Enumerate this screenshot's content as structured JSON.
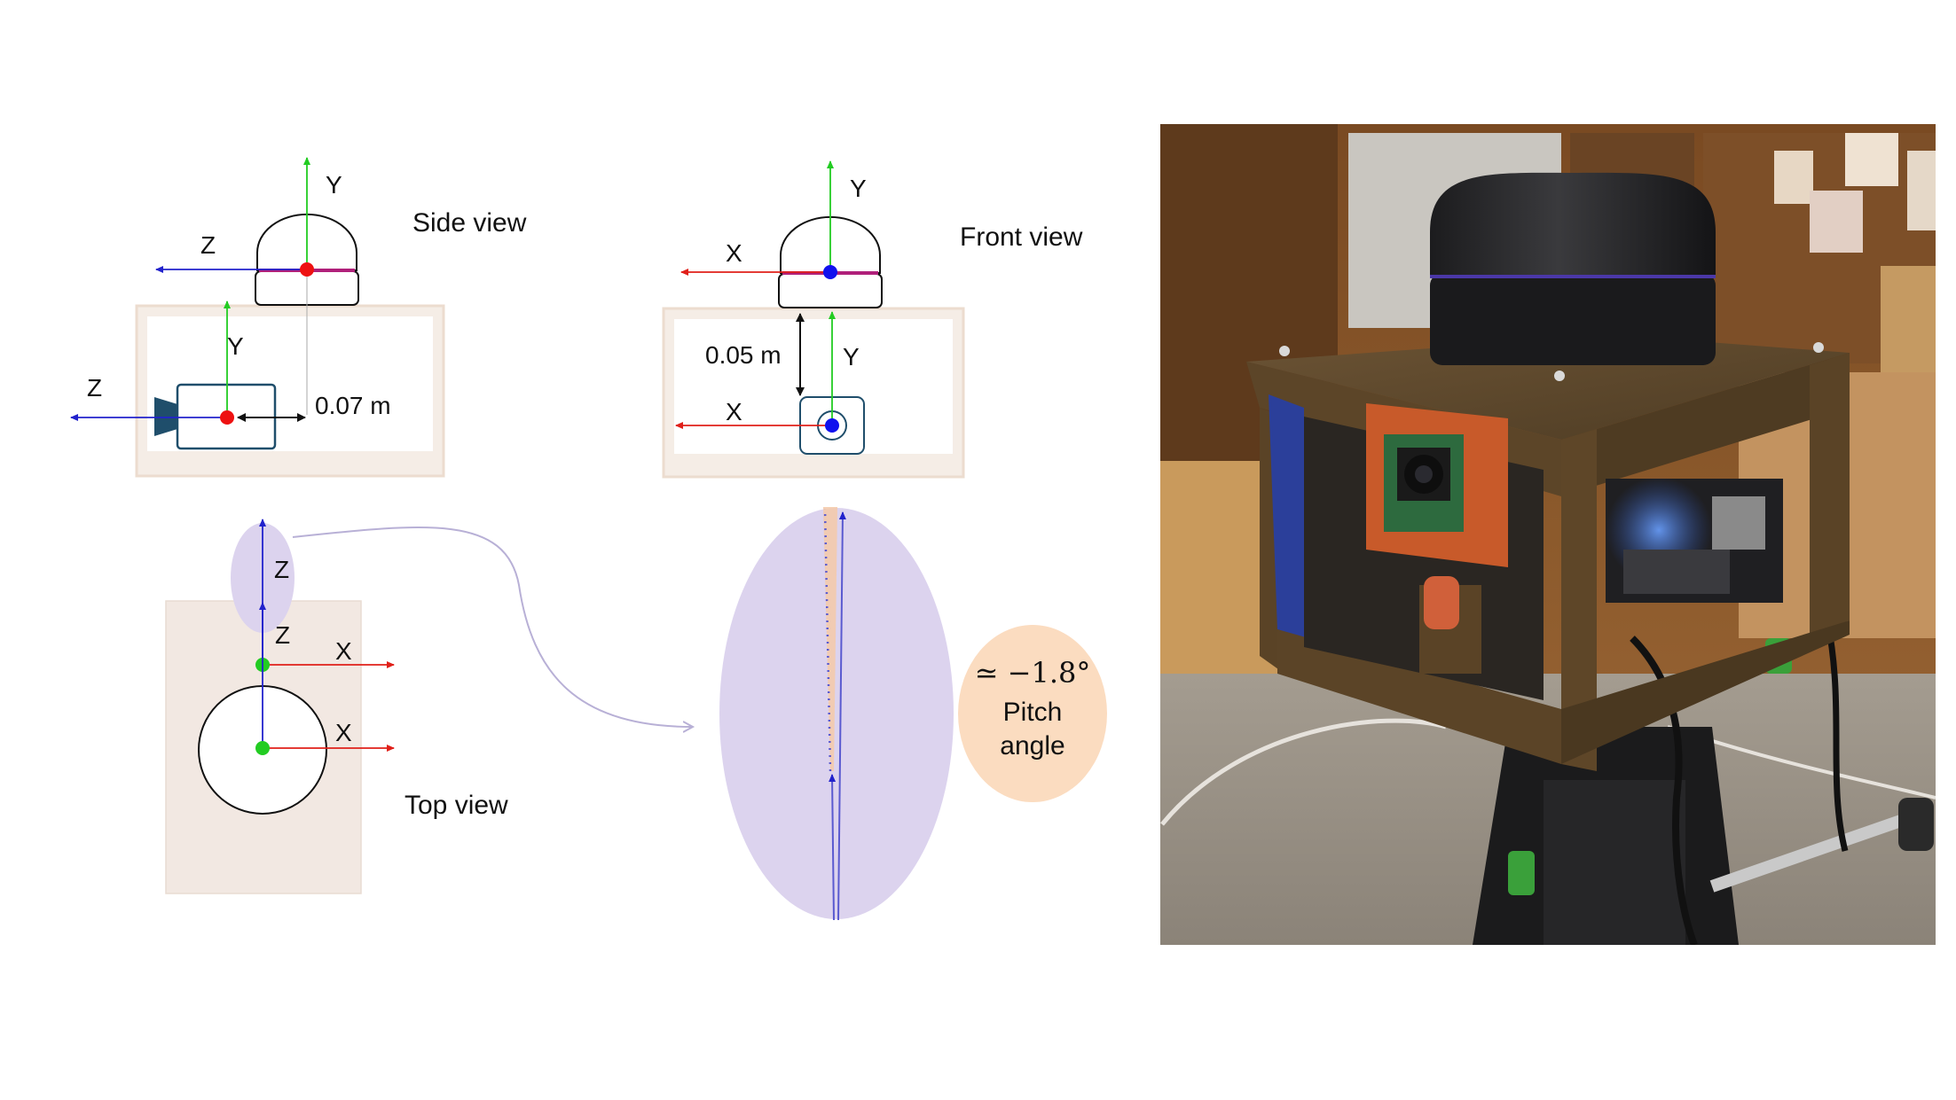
{
  "views": {
    "side": {
      "title": "Side view",
      "axis_y": "Y",
      "axis_z": "Z",
      "cam_y": "Y",
      "cam_z": "Z",
      "offset": "0.07 m"
    },
    "front": {
      "title": "Front view",
      "axis_y": "Y",
      "axis_x": "X",
      "cam_y": "Y",
      "cam_x": "X",
      "offset": "0.05 m"
    },
    "top": {
      "title": "Top view",
      "axis_z_lidar": "Z",
      "axis_z_cam": "Z",
      "axis_x_cam": "X",
      "axis_x_lidar": "X"
    }
  },
  "pitch": {
    "value": "≃ −1.8°",
    "label_line1": "Pitch",
    "label_line2": "angle"
  },
  "colors": {
    "x_axis": "#e0201a",
    "y_axis": "#22cc22",
    "z_axis": "#2222cc",
    "lidar_origin_side": "#ee1111",
    "lidar_origin_front": "#1111ee",
    "mount_fill": "#f5ede6",
    "mount_stroke": "#ecdccf",
    "camera_stroke": "#1f4e6b",
    "zoom_fill": "#dcd3ee",
    "pitch_fill": "#fbdcc0",
    "connector": "#b8b0d6"
  },
  "icons": [
    "camera-lens-icon",
    "lidar-dome-icon"
  ]
}
